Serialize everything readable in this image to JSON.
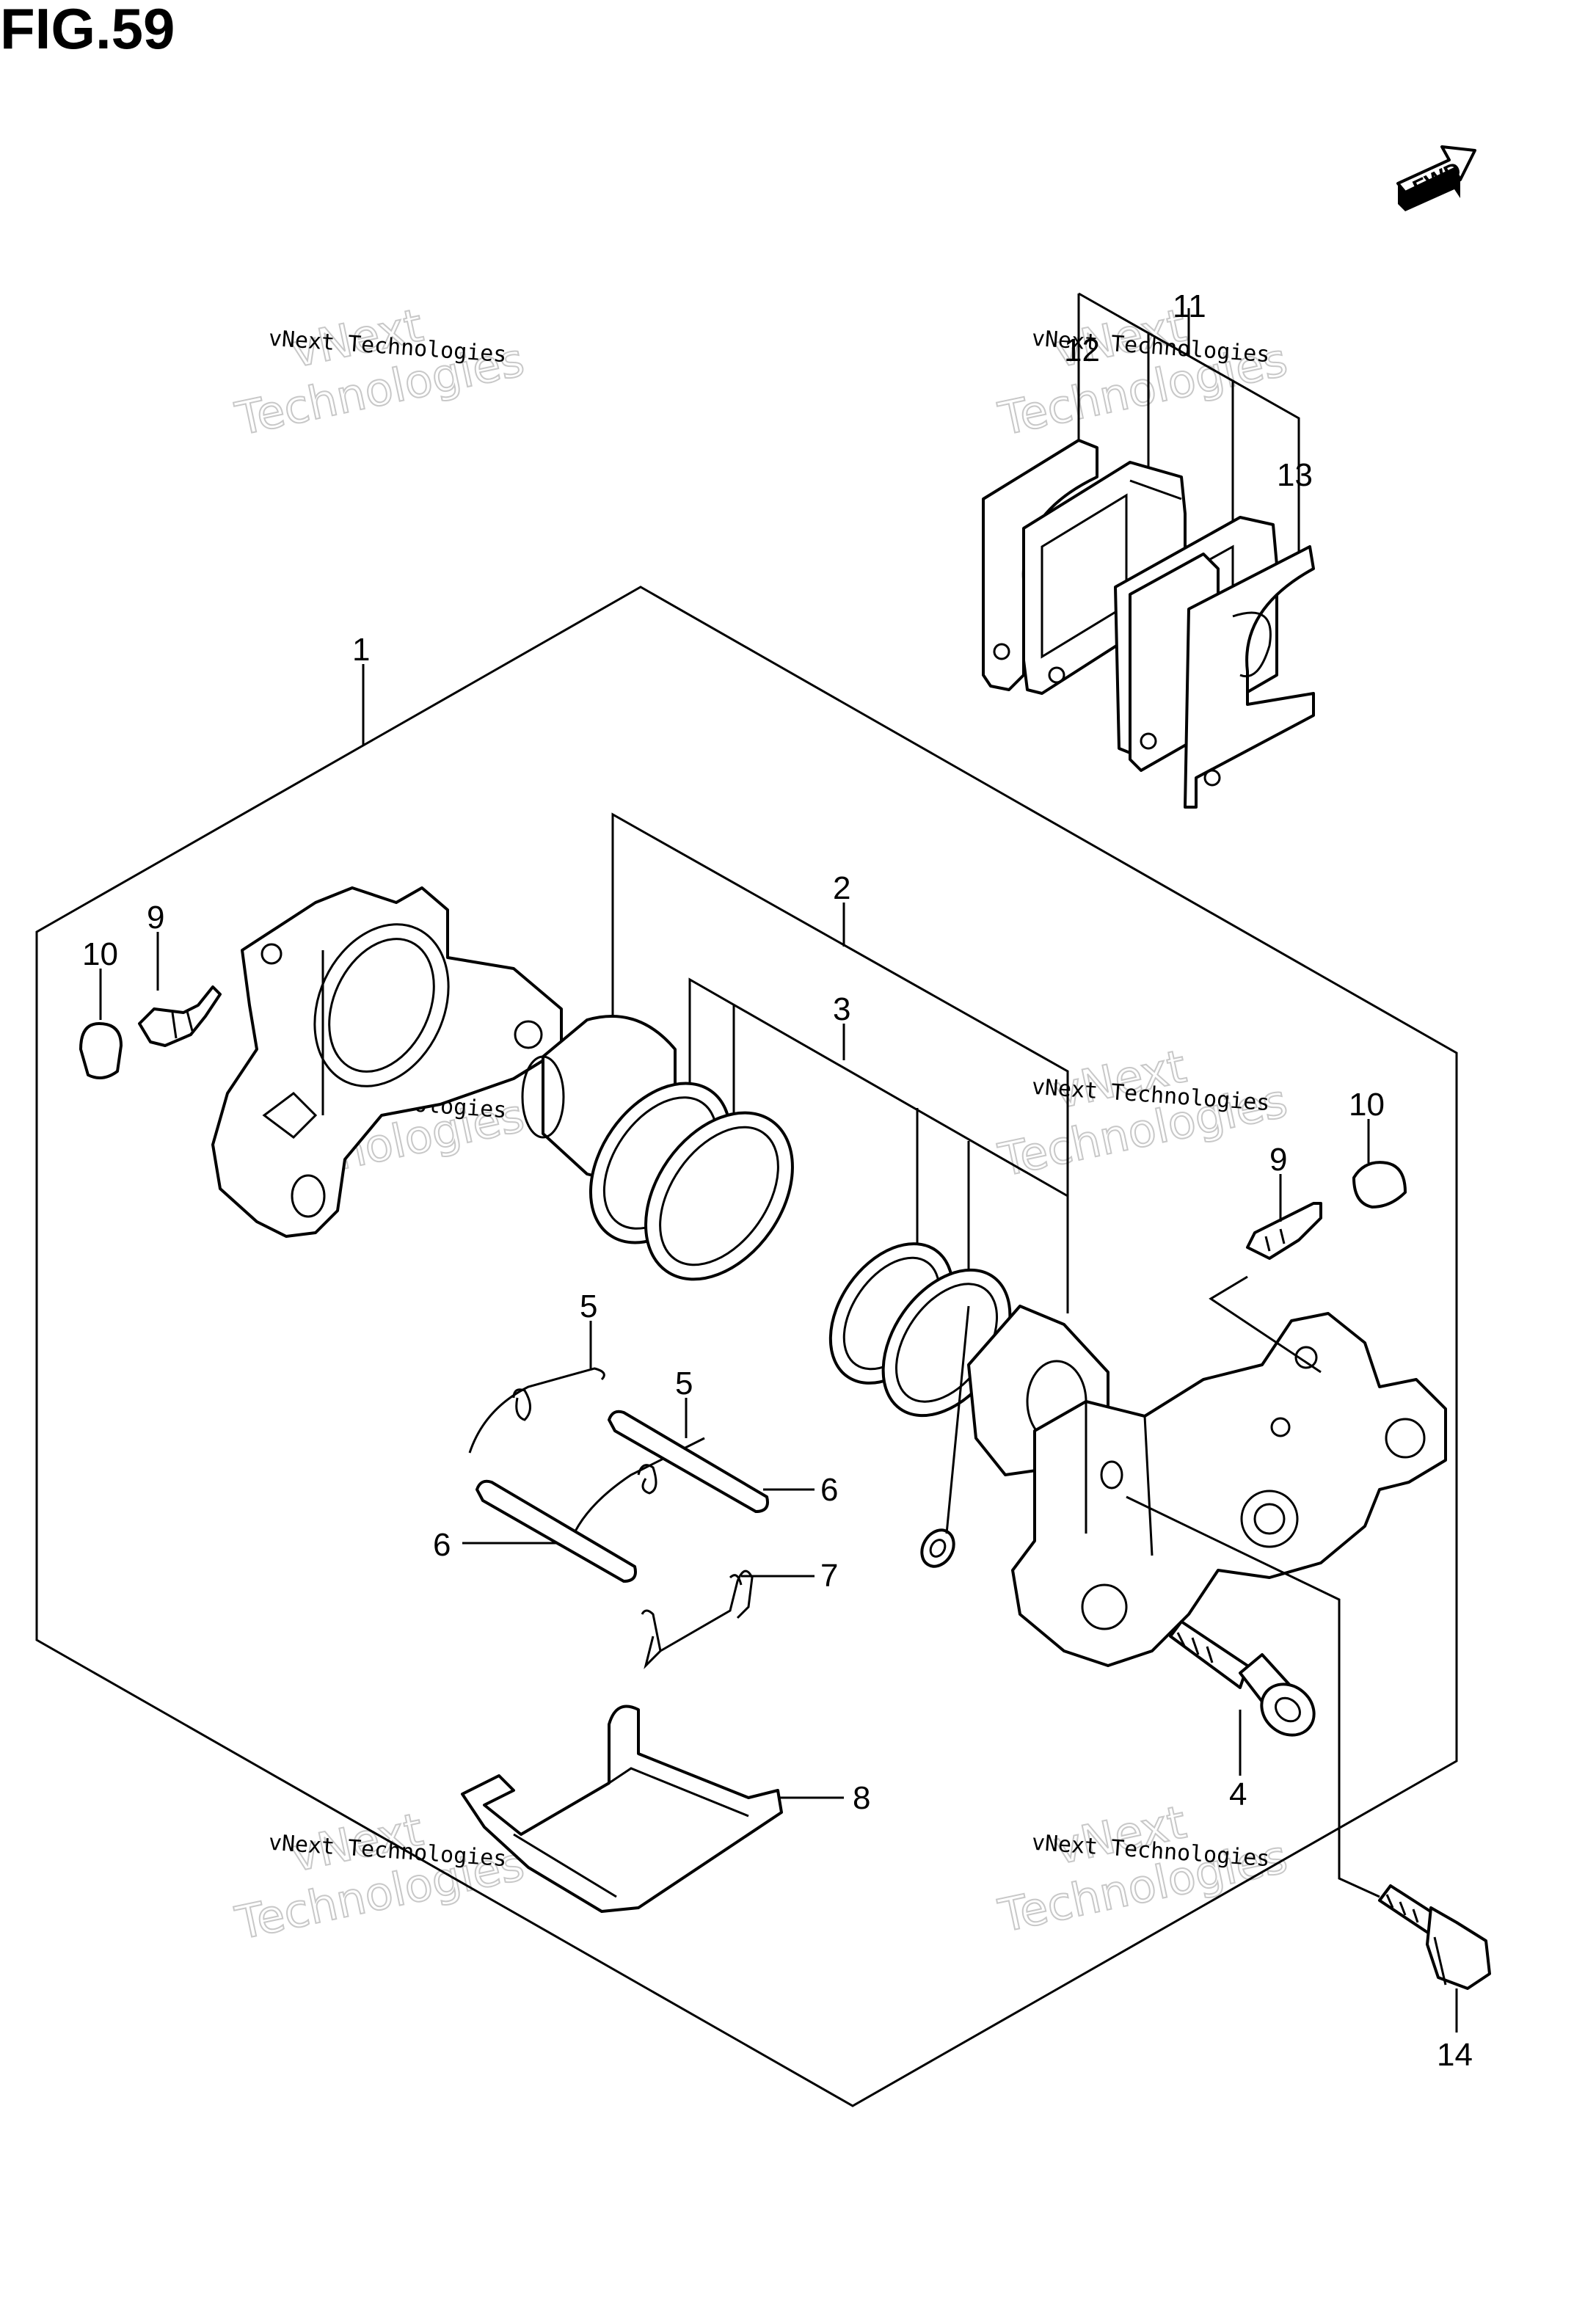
{
  "figure": {
    "title": "FIG.59",
    "fwd_label": "FWD"
  },
  "watermark": {
    "line1": "vNext Technologies",
    "line2": "vNext",
    "line3": "Technologies"
  },
  "callouts": {
    "c1": "1",
    "c2": "2",
    "c3": "3",
    "c4": "4",
    "c5a": "5",
    "c5b": "5",
    "c6a": "6",
    "c6b": "6",
    "c7": "7",
    "c8": "8",
    "c9a": "9",
    "c9b": "9",
    "c10a": "10",
    "c10b": "10",
    "c11": "11",
    "c12": "12",
    "c13": "13",
    "c14": "14"
  }
}
